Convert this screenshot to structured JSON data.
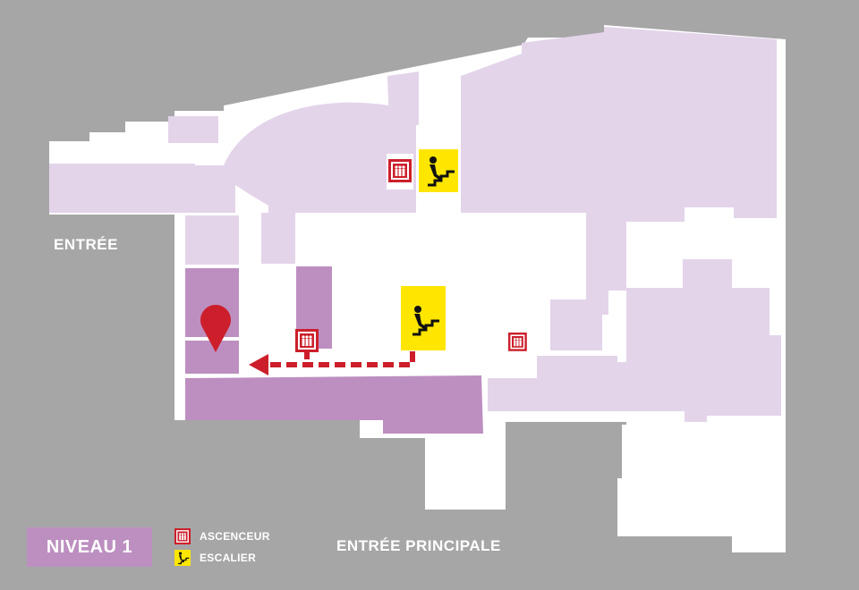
{
  "map": {
    "level_label": "NIVEAU 1",
    "entrance_left": "ENTRÉE",
    "entrance_main": "ENTRÉE PRINCIPALE",
    "colors": {
      "background": "#a6a6a6",
      "floor": "#ffffff",
      "zone_light": "#e3d4ea",
      "zone_highlight": "#bd8fc0",
      "route": "#cc1f2b",
      "stairs_sign": "#ffe600",
      "elevator_sign": "#cc1f2b"
    },
    "legend": [
      {
        "icon": "elevator-icon",
        "label": "ASCENCEUR"
      },
      {
        "icon": "stairs-icon",
        "label": "ESCALIER"
      }
    ],
    "markers": {
      "location_pin": "map-pin-icon",
      "route": "dashed-arrow"
    }
  }
}
